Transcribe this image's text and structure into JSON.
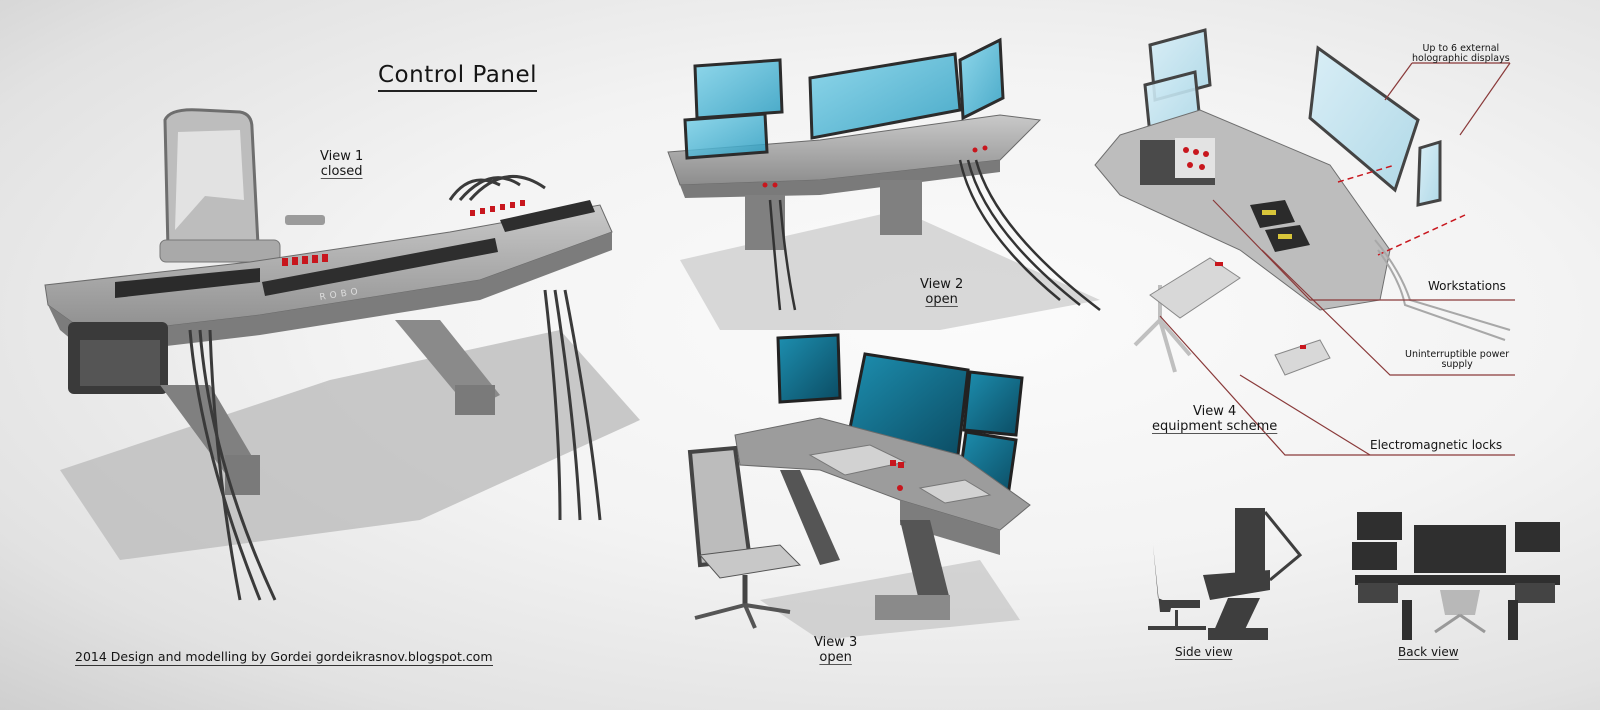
{
  "sheet": {
    "title": "Control Panel",
    "credit": "2014 Design and modelling by Gordei   gordeikrasnov.blogspot.com"
  },
  "views": [
    {
      "id": "view1",
      "line1": "View 1",
      "line2": "closed"
    },
    {
      "id": "view2",
      "line1": "View 2",
      "line2": "open"
    },
    {
      "id": "view3",
      "line1": "View 3",
      "line2": "open"
    },
    {
      "id": "view4",
      "line1": "View 4",
      "line2": "equipment scheme"
    }
  ],
  "small_views": [
    {
      "id": "side",
      "label": "Side view"
    },
    {
      "id": "back",
      "label": "Back view"
    }
  ],
  "annotations": [
    {
      "id": "displays",
      "line1": "Up to 6 external",
      "line2": "holographic displays"
    },
    {
      "id": "workstations",
      "text": "Workstations"
    },
    {
      "id": "ups",
      "line1": "Uninterruptible power",
      "line2": "supply"
    },
    {
      "id": "locks",
      "text": "Electromagnetic locks"
    }
  ],
  "desk_branding": "ROBO",
  "colors": {
    "background": "#f1f1f1",
    "desk_body": "#9a9a9a",
    "desk_dark": "#2e2e2e",
    "accent_red": "#c8161d",
    "screen_blue": "#3fb3d6",
    "screen_dark": "#0f5f7a",
    "callout_line": "#8a3a3a"
  }
}
